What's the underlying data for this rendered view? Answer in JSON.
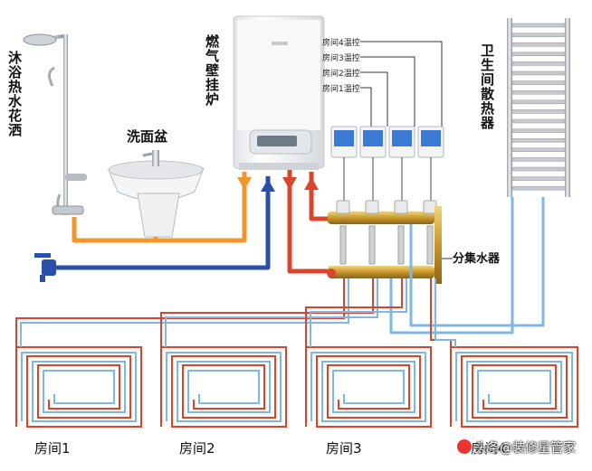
{
  "labels": {
    "shower": "沐浴热水花洒",
    "sink": "洗面盆",
    "boiler": "燃气壁挂炉",
    "bath_radiator": "卫生间散热器",
    "manifold": "分集水器",
    "thermostats": [
      "房间4温控",
      "房间3温控",
      "房间2温控",
      "房间1温控"
    ],
    "rooms": [
      "房间1",
      "房间2",
      "房间3",
      "房间4"
    ],
    "watermark": "头条@装修星管家"
  },
  "colors": {
    "hot_supply": "#d9442c",
    "cold_water": "#2b4fa8",
    "return_pipe": "#7fb7df",
    "domestic_hot": "#f0962a",
    "thermostat_screen": "#3b7ad6",
    "boiler_body": "#f4f5f7"
  },
  "icons": {
    "shower": "shower-head-icon",
    "sink": "sink-icon",
    "boiler": "boiler-icon",
    "radiator": "towel-radiator-icon",
    "thermostat": "thermostat-icon",
    "manifold": "manifold-icon",
    "faucet": "cold-water-tap-icon",
    "watermark": "toutiao-logo-icon"
  }
}
